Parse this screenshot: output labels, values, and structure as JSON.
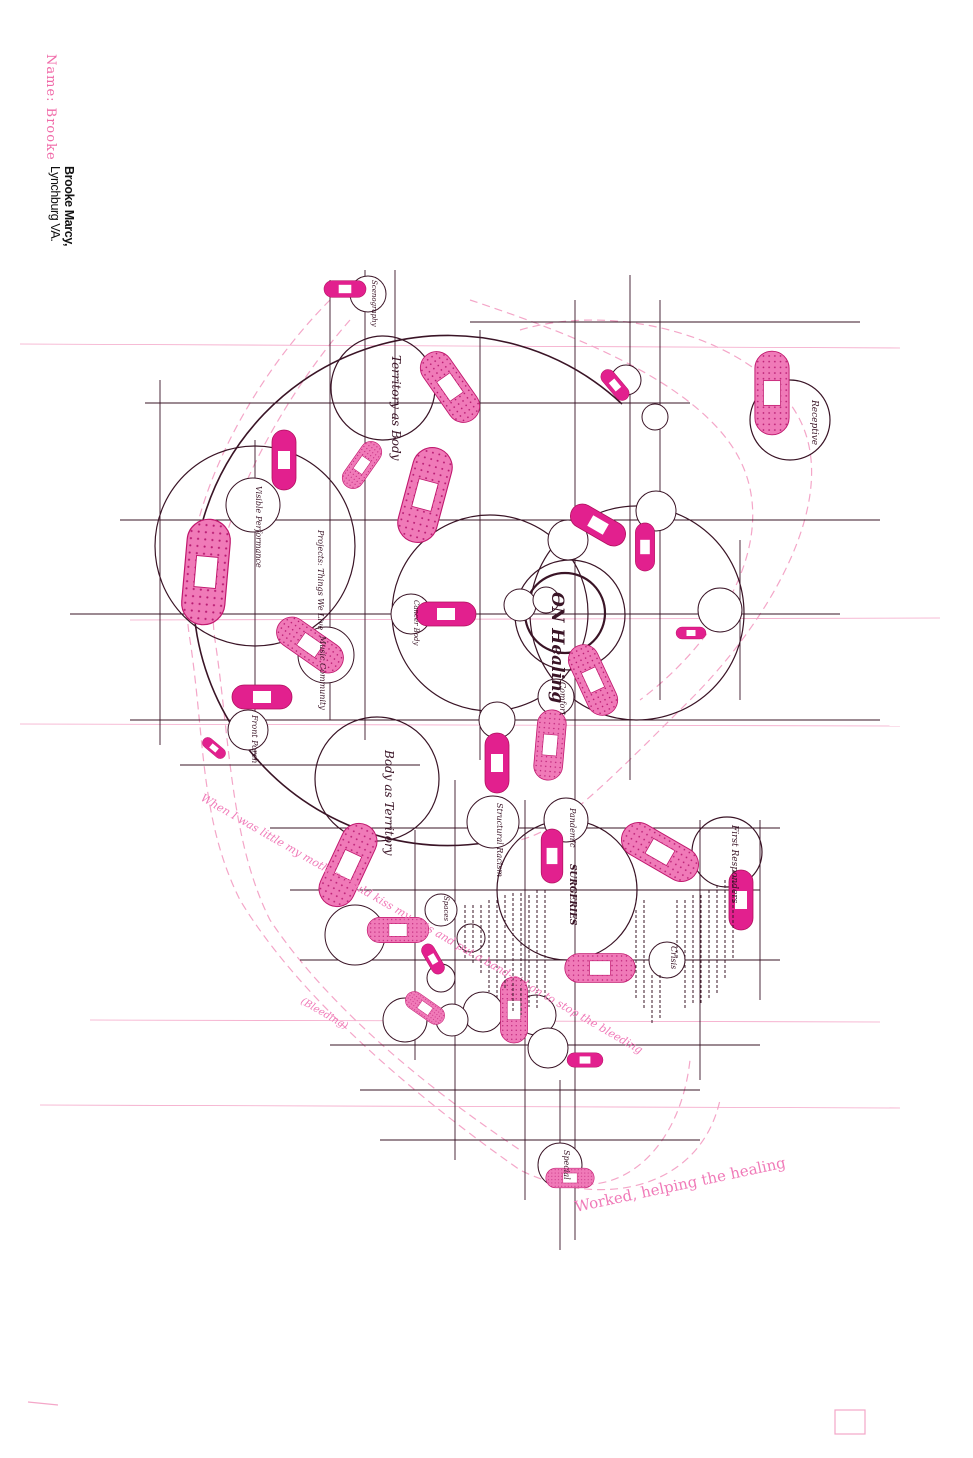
{
  "header": {
    "name_label": "Name: Brooke",
    "artist_name": "Brooke Marcy,",
    "artist_location": "Lynchburg VA."
  },
  "colors": {
    "ink": "#3a1426",
    "bandage_fill": "#f07ab8",
    "bandage_dark": "#e2208e",
    "pencil": "#f4a6c8"
  },
  "diagram": {
    "center_label": "ON Healing",
    "circle_labels": {
      "territory_body": "Territory as Body",
      "body_territory": "Body as Territory",
      "visible_performance": "Visible Performance",
      "projects": "Projects: Things We Live",
      "music_community": "Music Community",
      "front_porch": "Front Porch",
      "scenography": "Scenography",
      "receptive": "Receptive",
      "first_responders": "First Responders",
      "pandemic": "Pandemic",
      "structural_racism": "Structural Racism",
      "surgeries": "SURGERIES",
      "comfort": "Comfort",
      "cancer_body": "Cancer Body",
      "special": "Special",
      "crisis": "Crisis",
      "spaces": "Spaces"
    },
    "pencil_notes": {
      "bottom_note": "When I was little my mother would kiss my cuts and put a band-aid on to stop the bleeding",
      "bottom_note_sub": "(Bleeding)",
      "corner_note": "Worked, helping the healing"
    }
  }
}
